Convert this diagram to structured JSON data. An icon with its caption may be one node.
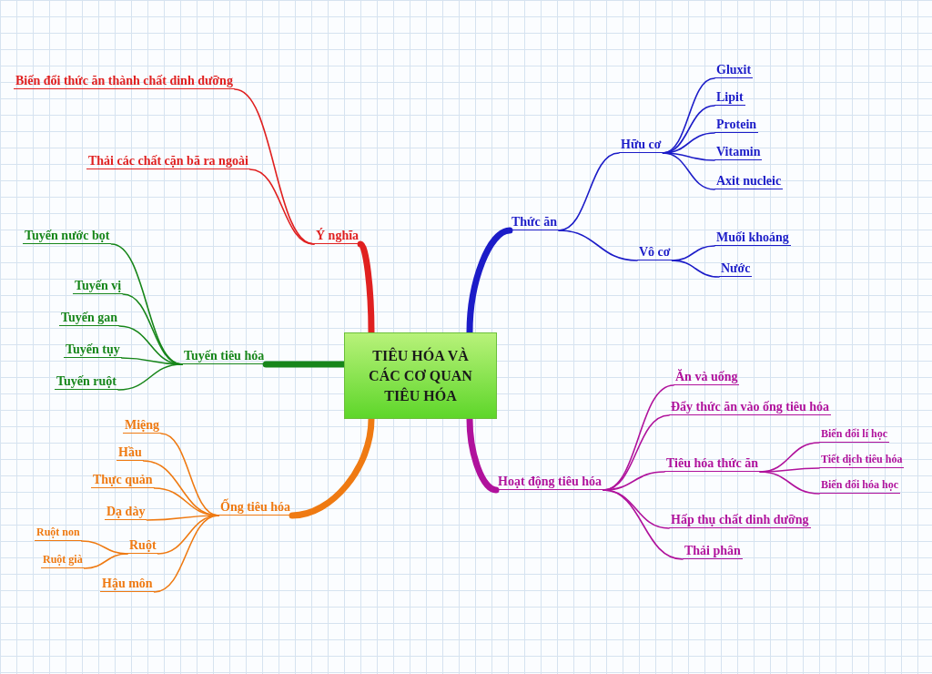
{
  "diagram": {
    "nodes": [
      {
        "text": [
          "TIÊU HÓA VÀ CÁC CƠ QUAN TIÊU HÓA"
        ]
      },
      {
        "text": [
          "Ý nghĩa"
        ]
      },
      {
        "text": [
          "Biến đổi thức ăn thành chất dinh dưỡng"
        ]
      },
      {
        "text": [
          "Thải các chất cặn bã ra ngoài"
        ]
      },
      {
        "text": [
          "Tuyến tiêu hóa"
        ]
      },
      {
        "text": [
          "Tuyến nước bọt"
        ]
      },
      {
        "text": [
          "Tuyến vị"
        ]
      },
      {
        "text": [
          "Tuyến gan"
        ]
      },
      {
        "text": [
          "Tuyến tụy"
        ]
      },
      {
        "text": [
          "Tuyến ruột"
        ]
      },
      {
        "text": [
          "Ống tiêu hóa"
        ]
      },
      {
        "text": [
          "Miệng"
        ]
      },
      {
        "text": [
          "Hầu"
        ]
      },
      {
        "text": [
          "Thực quản"
        ]
      },
      {
        "text": [
          "Dạ dày"
        ]
      },
      {
        "text": [
          "Ruột"
        ]
      },
      {
        "text": [
          "Ruột non"
        ]
      },
      {
        "text": [
          "Ruột già"
        ]
      },
      {
        "text": [
          "Hậu môn"
        ]
      },
      {
        "text": [
          "Thức ăn"
        ]
      },
      {
        "text": [
          "Hữu cơ"
        ]
      },
      {
        "text": [
          "Gluxit"
        ]
      },
      {
        "text": [
          "Lipit"
        ]
      },
      {
        "text": [
          "Protein"
        ]
      },
      {
        "text": [
          "Vitamin"
        ]
      },
      {
        "text": [
          "Axit nucleic"
        ]
      },
      {
        "text": [
          "Vô cơ"
        ]
      },
      {
        "text": [
          "Muối khoáng"
        ]
      },
      {
        "text": [
          "Nước"
        ]
      },
      {
        "text": [
          "Hoạt động tiêu hóa"
        ]
      },
      {
        "text": [
          "Ăn và uống"
        ]
      },
      {
        "text": [
          "Đẩy thức ăn vào ống tiêu hóa"
        ]
      },
      {
        "text": [
          "Tiêu hóa thức ăn"
        ]
      },
      {
        "text": [
          "Biến đổi lí học"
        ]
      },
      {
        "text": [
          "Tiết dịch tiêu hóa"
        ]
      },
      {
        "text": [
          "Biến đổi hóa học"
        ]
      },
      {
        "text": [
          "Hấp thụ chất dinh dưỡng"
        ]
      },
      {
        "text": [
          "Thải phân"
        ]
      }
    ],
    "edges": [
      {
        "from": 0,
        "to": 1,
        "arrow": "none",
        "style": "thick",
        "color": "#e02020"
      },
      {
        "from": 1,
        "to": 2,
        "arrow": "none",
        "color": "#e02020"
      },
      {
        "from": 1,
        "to": 3,
        "arrow": "none",
        "color": "#e02020"
      },
      {
        "from": 0,
        "to": 4,
        "arrow": "none",
        "style": "thick",
        "color": "#17861a"
      },
      {
        "from": 4,
        "to": 5,
        "arrow": "none",
        "color": "#17861a"
      },
      {
        "from": 4,
        "to": 6,
        "arrow": "none",
        "color": "#17861a"
      },
      {
        "from": 4,
        "to": 7,
        "arrow": "none",
        "color": "#17861a"
      },
      {
        "from": 4,
        "to": 8,
        "arrow": "none",
        "color": "#17861a"
      },
      {
        "from": 4,
        "to": 9,
        "arrow": "none",
        "color": "#17861a"
      },
      {
        "from": 0,
        "to": 10,
        "arrow": "none",
        "style": "thick",
        "color": "#ef7a12"
      },
      {
        "from": 10,
        "to": 11,
        "arrow": "none",
        "color": "#ef7a12"
      },
      {
        "from": 10,
        "to": 12,
        "arrow": "none",
        "color": "#ef7a12"
      },
      {
        "from": 10,
        "to": 13,
        "arrow": "none",
        "color": "#ef7a12"
      },
      {
        "from": 10,
        "to": 14,
        "arrow": "none",
        "color": "#ef7a12"
      },
      {
        "from": 10,
        "to": 15,
        "arrow": "none",
        "color": "#ef7a12"
      },
      {
        "from": 15,
        "to": 16,
        "arrow": "none",
        "color": "#ef7a12"
      },
      {
        "from": 15,
        "to": 17,
        "arrow": "none",
        "color": "#ef7a12"
      },
      {
        "from": 10,
        "to": 18,
        "arrow": "none",
        "color": "#ef7a12"
      },
      {
        "from": 0,
        "to": 19,
        "arrow": "none",
        "style": "thick",
        "color": "#1c1cc8"
      },
      {
        "from": 19,
        "to": 20,
        "arrow": "none",
        "color": "#1c1cc8"
      },
      {
        "from": 20,
        "to": 21,
        "arrow": "none",
        "color": "#1c1cc8"
      },
      {
        "from": 20,
        "to": 22,
        "arrow": "none",
        "color": "#1c1cc8"
      },
      {
        "from": 20,
        "to": 23,
        "arrow": "none",
        "color": "#1c1cc8"
      },
      {
        "from": 20,
        "to": 24,
        "arrow": "none",
        "color": "#1c1cc8"
      },
      {
        "from": 20,
        "to": 25,
        "arrow": "none",
        "color": "#1c1cc8"
      },
      {
        "from": 19,
        "to": 26,
        "arrow": "none",
        "color": "#1c1cc8"
      },
      {
        "from": 26,
        "to": 27,
        "arrow": "none",
        "color": "#1c1cc8"
      },
      {
        "from": 26,
        "to": 28,
        "arrow": "none",
        "color": "#1c1cc8"
      },
      {
        "from": 0,
        "to": 29,
        "arrow": "none",
        "style": "thick",
        "color": "#b0129c"
      },
      {
        "from": 29,
        "to": 30,
        "arrow": "none",
        "color": "#b0129c"
      },
      {
        "from": 29,
        "to": 31,
        "arrow": "none",
        "color": "#b0129c"
      },
      {
        "from": 29,
        "to": 32,
        "arrow": "none",
        "color": "#b0129c"
      },
      {
        "from": 32,
        "to": 33,
        "arrow": "none",
        "color": "#b0129c"
      },
      {
        "from": 32,
        "to": 34,
        "arrow": "none",
        "color": "#b0129c"
      },
      {
        "from": 32,
        "to": 35,
        "arrow": "none",
        "color": "#b0129c"
      },
      {
        "from": 29,
        "to": 36,
        "arrow": "none",
        "color": "#b0129c"
      },
      {
        "from": 29,
        "to": 37,
        "arrow": "none",
        "color": "#b0129c"
      }
    ]
  }
}
